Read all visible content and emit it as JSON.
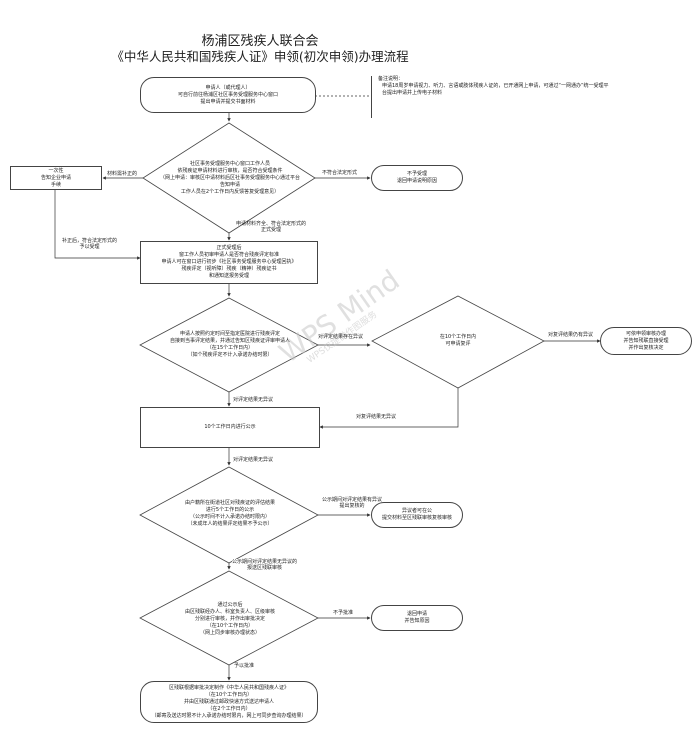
{
  "title": {
    "line1": "杨浦区残疾人联合会",
    "line2": "《中华人民共和国残疾人证》申领(初次申领)办理流程"
  },
  "nodes": {
    "apply": "申请人（或代理人）\n可自行前往杨浦区社区事务受理服务中心窗口\n提出申请并提交书面材料",
    "note_title": "备注说明：",
    "note_body": "申请18周岁申请视力、听力、言语或肢体残疾人证的，已开通网上申请，可通过“一网通办”统一受理平台提出申请并上传电子材料",
    "review": "社区事务受理服务中心窗口工作人员\n依残疾证申请材料进行审核，是否符合受理条件\n（网上申请：审核区中请材料后区社事务受理服务中心通过平台告知申请\n工作人员在2个工作日内反馈答复受理意见）",
    "once_notify": "一次性\n告知企业申请\n手续",
    "not_accept": "不予受理\n退回申请说明原因",
    "formal_accept": "正式受理后\n窗工作人员初审申请人是否符合残疾评定标准\n申请人可在窗口进行初步《社区事务受理服务中心受理回执》\n残疾评定（视听障）残疾（精神）残疾证书\n和通知送报务受理",
    "assess": "申请人按照约定时间至指定医院进行残疾评定\n自接到当事评定结果，并通过告知区残疾证评审申请人\n（在15个工作日内）\n（如个残疾评定不计入承诺办结时限）",
    "recheck": "在10个工作日内\n可申请复评",
    "final_review": "可依申领审核办理\n并告知残联直接受理\n并作出复核决定",
    "publicity": "10个工作日内进行公示",
    "verify": "由户籍所在街道社区对残疾证的评估结果\n进行5个工作日的公示\n（公示时间不计入承诺办结时限内）\n（未成年人的结果评定结果不予公示）",
    "recheck_wait": "异议者可在公\n提交材料至区残联审核复核审核",
    "approve": "通过公示后\n由区残联经办人、科室负责人、区级审核\n分别进行审核，并作出审批决定\n（在10个工作日内）\n（网上同步审核办理状态）",
    "return_reason": "退回申请\n并告知原因",
    "issue": "区残联根据审批决定制作《中华人民共和国残疾人证》\n（在10个工作日内）\n并由区残联通过邮政快递方式送达申请人\n（在2个工作日内）\n（邮寄及送达时限不计入承诺办结时限内，网上可同步查询办理结果）"
  },
  "edges": {
    "need_supplement": "材料需补正的",
    "not_qualify": "不符合法定形式",
    "complete_materials": "申请材料齐全、符合法定形式的\n正式受理",
    "supplemented": "补正后，符合法定形式的\n予以受理",
    "disagree_result": "对评定结果存在异议",
    "no_objection_result": "对评定结果无异议",
    "recheck_no_objection": "对复评结果无异议",
    "recheck_objection": "对复评结果仍有异议",
    "publicity_no_objection": "对评定结果无异议",
    "has_objection": "公示期间对评定结果有异议\n提出复核的",
    "no_objection_publicity": "公示期间对评定结果无异议的\n报送区残联审核",
    "reject": "不予批准",
    "approved": "予以批准"
  },
  "watermark": {
    "main": "WPS Mind",
    "sub": "WPS仅提供作图服务"
  }
}
